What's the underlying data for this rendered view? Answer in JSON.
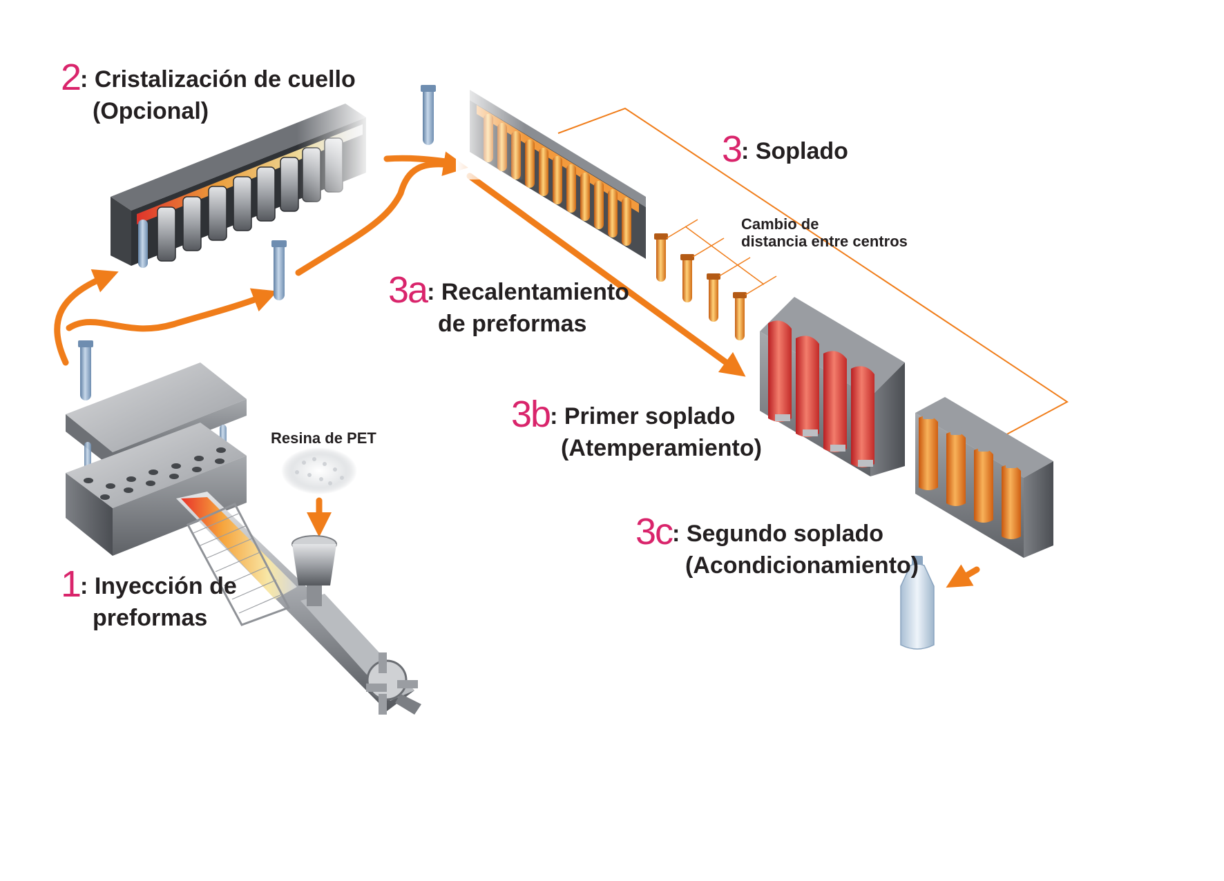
{
  "colors": {
    "step_number": "#d9246b",
    "arrow": "#f07d1a",
    "steel": "#8f9297",
    "heater_orange": "#f39a3d",
    "tempering_red": "#e0322c",
    "preform_blue": "#8fb0d1"
  },
  "steps": {
    "s1": {
      "num": "1",
      "line1": "Inyección de",
      "line2": "preformas"
    },
    "s2": {
      "num": "2",
      "line1": "Cristalización de cuello",
      "line2": "(Opcional)"
    },
    "s3": {
      "num": "3",
      "line1": "Soplado"
    },
    "s3a": {
      "num": "3a",
      "line1": "Recalentamiento",
      "line2": "de preformas"
    },
    "s3b": {
      "num": "3b",
      "line1": "Primer soplado",
      "line2": "(Atemperamiento)"
    },
    "s3c": {
      "num": "3c",
      "line1": "Segundo soplado",
      "line2": "(Acondicionamiento)"
    }
  },
  "annotations": {
    "resin": "Resina de PET",
    "pitch_line1": "Cambio de",
    "pitch_line2": "distancia entre centros"
  },
  "icons": [
    "injection-mold-icon",
    "injection-screw-icon",
    "hopper-icon",
    "resin-pellets-icon",
    "crystallization-unit-icon",
    "reheating-oven-icon",
    "blow-mold-icon",
    "preform-icon",
    "bottle-icon",
    "flow-arrow-icon"
  ]
}
